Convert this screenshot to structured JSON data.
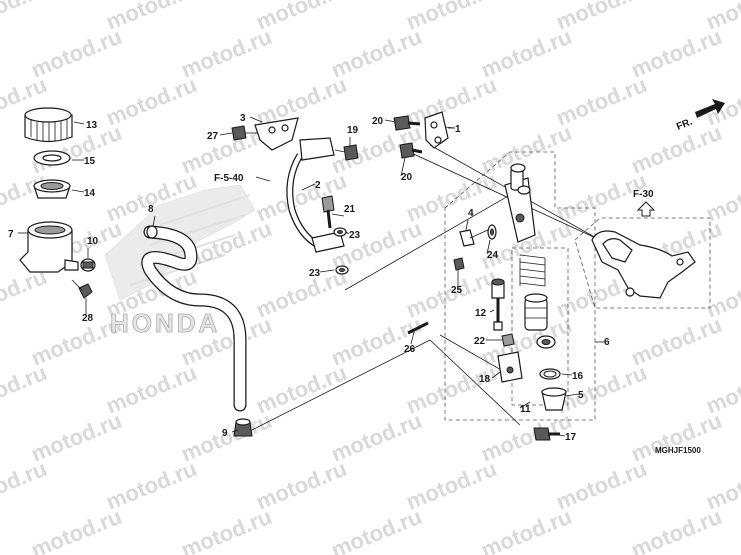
{
  "watermark": "motod.ru",
  "diagram_code": "MGHJF1500",
  "direction_label": "FR.",
  "brand_text": "HONDA",
  "ref_labels": {
    "f5_40": "F-5-40",
    "f30": "F-30"
  },
  "callouts": [
    "1",
    "2",
    "3",
    "4",
    "5",
    "6",
    "7",
    "8",
    "9",
    "10",
    "11",
    "12",
    "13",
    "14",
    "15",
    "16",
    "17",
    "18",
    "19",
    "20",
    "20",
    "21",
    "22",
    "23",
    "23",
    "24",
    "25",
    "26",
    "27",
    "28"
  ],
  "colors": {
    "line": "#1a1a1a",
    "watermark": "#d9d9d9",
    "background": "#ffffff"
  }
}
